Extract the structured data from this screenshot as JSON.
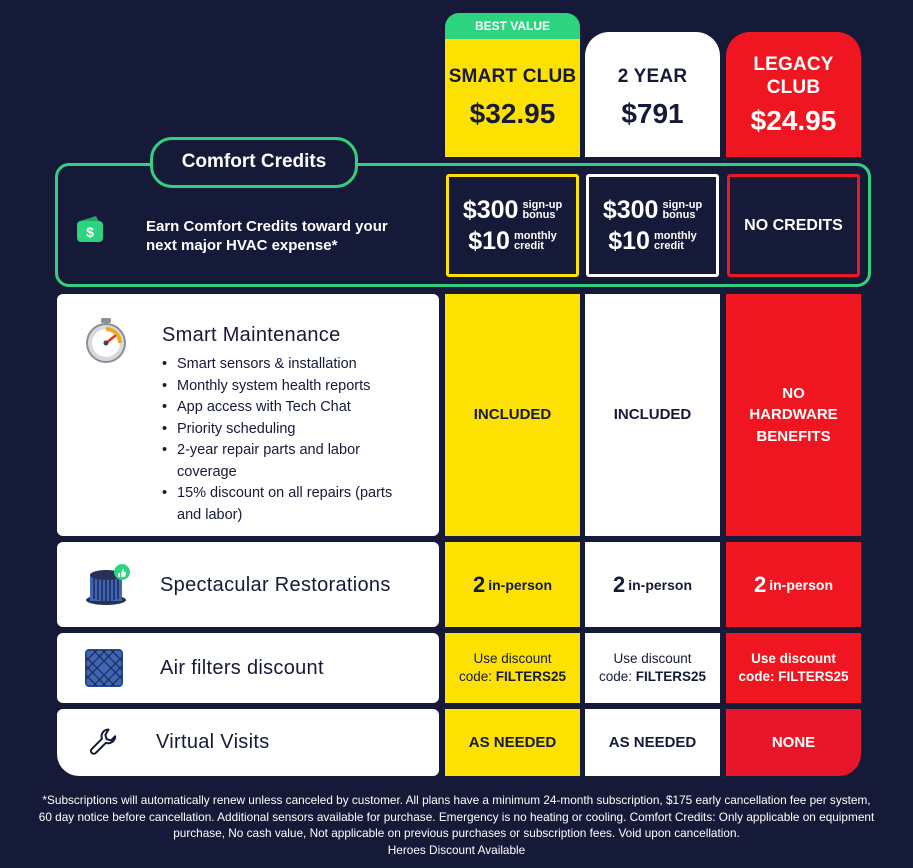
{
  "plans": [
    {
      "badge": "BEST VALUE",
      "name": "SMART CLUB",
      "price": "$32.95",
      "color": "#fde100"
    },
    {
      "badge": "",
      "name": "2 YEAR",
      "price": "$791",
      "color": "#ffffff"
    },
    {
      "badge": "",
      "name": "LEGACY CLUB",
      "price": "$24.95",
      "color": "#f01621"
    }
  ],
  "comfort_credits": {
    "pill_label": "Comfort Credits",
    "icon": "wallet-dollar-icon",
    "description": "Earn Comfort Credits toward your next major HVAC expense*",
    "cells": [
      {
        "signup_amount": "$300",
        "signup_label_1": "sign-up",
        "signup_label_2": "bonus",
        "monthly_amount": "$10",
        "monthly_label_1": "monthly",
        "monthly_label_2": "credit"
      },
      {
        "signup_amount": "$300",
        "signup_label_1": "sign-up",
        "signup_label_2": "bonus",
        "monthly_amount": "$10",
        "monthly_label_1": "monthly",
        "monthly_label_2": "credit"
      },
      {
        "text": "NO CREDITS"
      }
    ]
  },
  "features": [
    {
      "icon": "gauge-timer-icon",
      "title": "Smart Maintenance",
      "bullets": [
        "Smart sensors & installation",
        "Monthly system health reports",
        "App access with Tech Chat",
        "Priority scheduling",
        "2-year repair parts  and labor coverage",
        "15% discount on all repairs (parts and labor)"
      ],
      "values": [
        "INCLUDED",
        "INCLUDED",
        "NO HARDWARE BENEFITS"
      ]
    },
    {
      "icon": "ac-unit-thumbs-up-icon",
      "title": "Spectacular Restorations",
      "values": [
        {
          "num": "2",
          "label": "in-person"
        },
        {
          "num": "2",
          "label": "in-person"
        },
        {
          "num": "2",
          "label": "in-person"
        }
      ]
    },
    {
      "icon": "air-filter-icon",
      "title": "Air filters discount",
      "values": [
        {
          "line1": "Use discount",
          "line2": "code: ",
          "code": "FILTERS25"
        },
        {
          "line1": "Use discount",
          "line2": "code: ",
          "code": "FILTERS25"
        },
        {
          "line1": "Use discount",
          "line2": "code: ",
          "code": "FILTERS25"
        }
      ]
    },
    {
      "icon": "wrench-icon",
      "title": "Virtual Visits",
      "values": [
        "AS NEEDED",
        "AS NEEDED",
        "NONE"
      ]
    }
  ],
  "footnote": {
    "line1": "*Subscriptions will automatically renew unless canceled by customer. All plans have a minimum 24-month subscription, $175 early cancellation fee per system,",
    "line2": "60 day notice before cancellation. Additional sensors available for purchase. Emergency is no heating or cooling. Comfort Credits: Only applicable on equipment",
    "line3": "purchase, No cash value, Not applicable on previous purchases or subscription fees. Void upon cancellation.",
    "line4": "Heroes Discount Available"
  },
  "colors": {
    "background": "#151a38",
    "accent_green": "#35d07f",
    "yellow": "#fde100",
    "red": "#f01621"
  }
}
